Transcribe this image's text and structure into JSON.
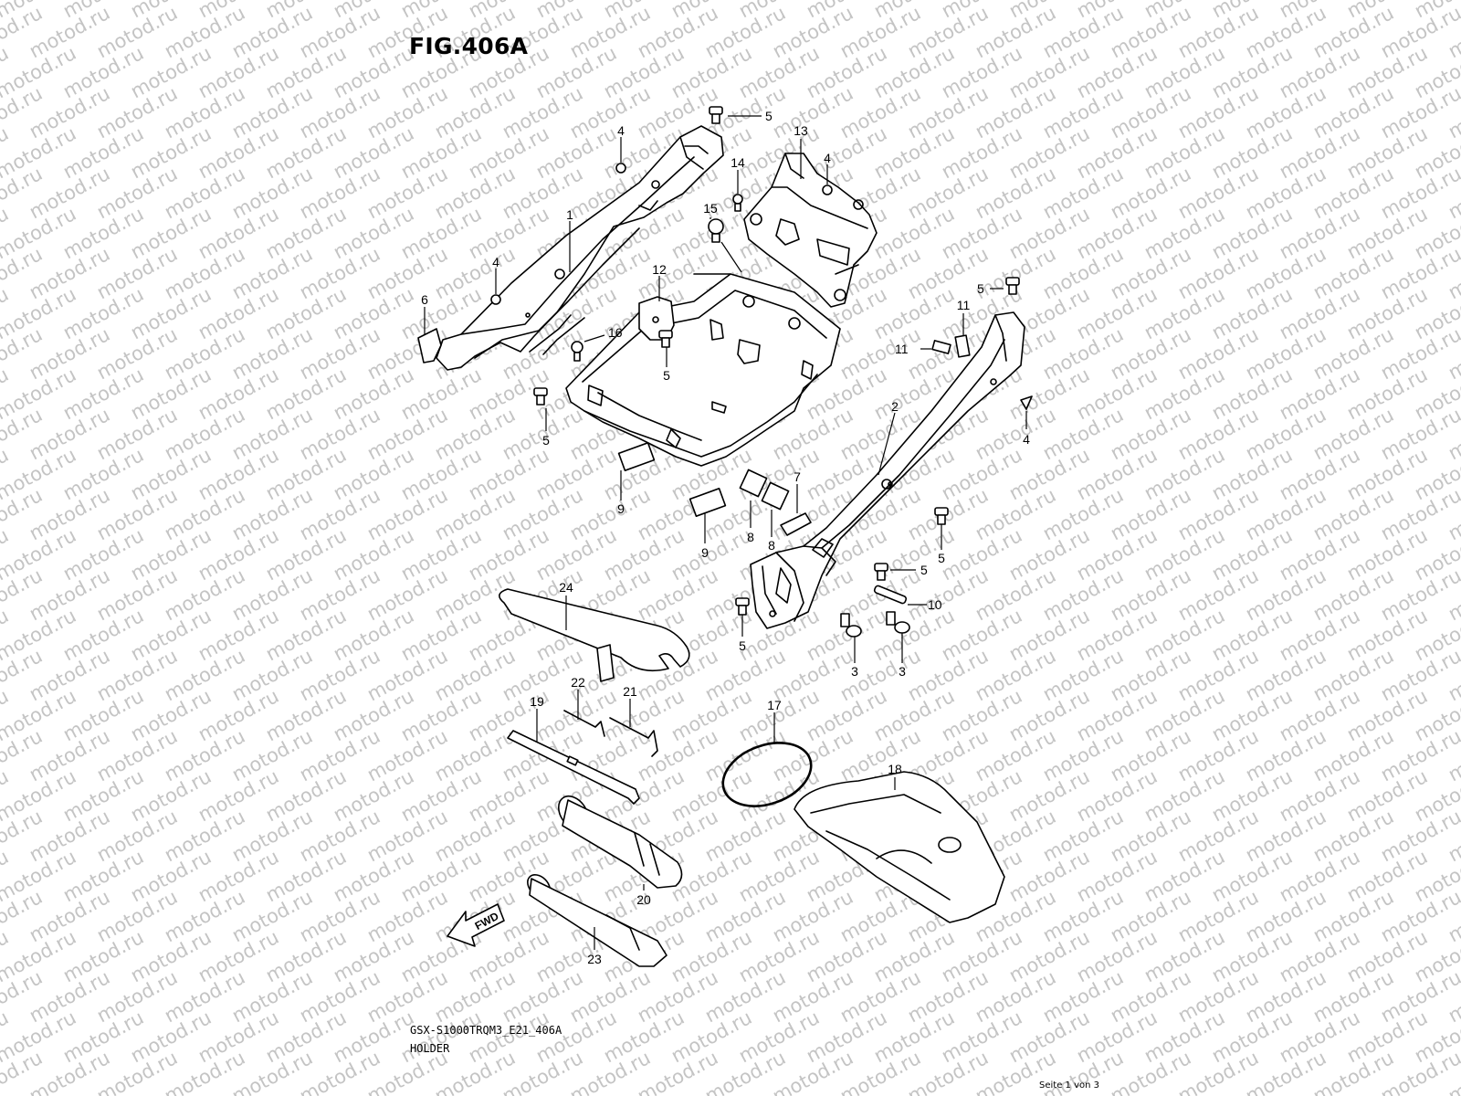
{
  "figure": {
    "title": "FIG.406A",
    "model_code": "GSX-S1000TRQM3_E21_406A",
    "group_name": "HOLDER"
  },
  "footer": {
    "page_counter": "Seite 1 von 3"
  },
  "watermark": {
    "text": "motod.ru"
  },
  "direction_marker": {
    "label": "FWD"
  },
  "callouts": [
    {
      "id": "c1",
      "label": "1"
    },
    {
      "id": "c2",
      "label": "2"
    },
    {
      "id": "c3a",
      "label": "3"
    },
    {
      "id": "c3b",
      "label": "3"
    },
    {
      "id": "c4a",
      "label": "4"
    },
    {
      "id": "c4b",
      "label": "4"
    },
    {
      "id": "c4c",
      "label": "4"
    },
    {
      "id": "c4d",
      "label": "4"
    },
    {
      "id": "c5a",
      "label": "5"
    },
    {
      "id": "c5b",
      "label": "5"
    },
    {
      "id": "c5c",
      "label": "5"
    },
    {
      "id": "c5d",
      "label": "5"
    },
    {
      "id": "c5e",
      "label": "5"
    },
    {
      "id": "c5f",
      "label": "5"
    },
    {
      "id": "c5g",
      "label": "5"
    },
    {
      "id": "c6",
      "label": "6"
    },
    {
      "id": "c7",
      "label": "7"
    },
    {
      "id": "c8a",
      "label": "8"
    },
    {
      "id": "c8b",
      "label": "8"
    },
    {
      "id": "c9a",
      "label": "9"
    },
    {
      "id": "c9b",
      "label": "9"
    },
    {
      "id": "c10",
      "label": "10"
    },
    {
      "id": "c11a",
      "label": "11"
    },
    {
      "id": "c11b",
      "label": "11"
    },
    {
      "id": "c12",
      "label": "12"
    },
    {
      "id": "c13",
      "label": "13"
    },
    {
      "id": "c14",
      "label": "14"
    },
    {
      "id": "c15",
      "label": "15"
    },
    {
      "id": "c16",
      "label": "16"
    },
    {
      "id": "c17",
      "label": "17"
    },
    {
      "id": "c18",
      "label": "18"
    },
    {
      "id": "c19",
      "label": "19"
    },
    {
      "id": "c20",
      "label": "20"
    },
    {
      "id": "c21",
      "label": "21"
    },
    {
      "id": "c22",
      "label": "22"
    },
    {
      "id": "c23",
      "label": "23"
    },
    {
      "id": "c24",
      "label": "24"
    }
  ]
}
